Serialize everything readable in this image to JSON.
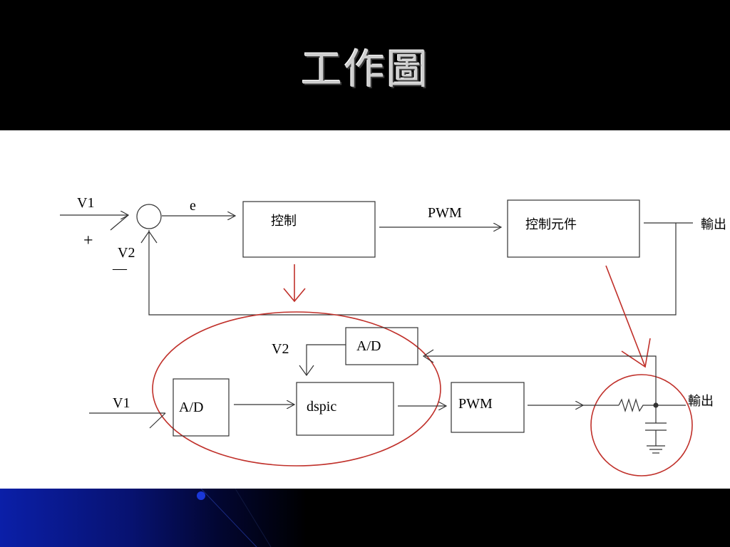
{
  "slide": {
    "title": "工作圖"
  },
  "diagram": {
    "top_loop": {
      "input_label": "V1",
      "plus_sign": "+",
      "feedback_label": "V2",
      "minus_sign": "—",
      "error_label": "e",
      "controller_label": "控制",
      "pwm_label": "PWM",
      "actuator_label": "控制元件",
      "output_label": "輸出"
    },
    "bottom_detail": {
      "input_label": "V1",
      "adc1_label": "A/D",
      "v2_label": "V2",
      "adc2_label": "A/D",
      "dsp_label": "dspic",
      "pwm_label": "PWM",
      "output_label": "輸出"
    },
    "colors": {
      "line": "#333333",
      "highlight": "#c0302a"
    }
  }
}
